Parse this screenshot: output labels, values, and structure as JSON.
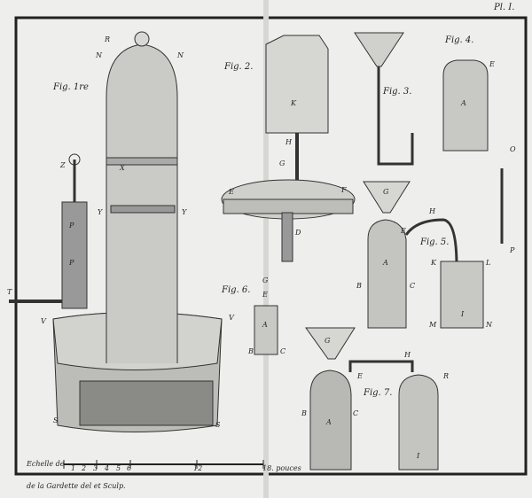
{
  "plate_number": "Pl. I.",
  "figures": {
    "fig1": "Fig. 1re",
    "fig2": "Fig. 2.",
    "fig3": "Fig. 3.",
    "fig4": "Fig. 4.",
    "fig5": "Fig. 5.",
    "fig6": "Fig. 6.",
    "fig7": "Fig. 7."
  },
  "scale": {
    "label": "Echelle de",
    "ticks": [
      "1",
      "2",
      "3",
      "4",
      "5",
      "6",
      "12"
    ],
    "end_label": "18. pouces"
  },
  "credit": "de la Gardette del et Sculp.",
  "letters": {
    "fig1": [
      "R",
      "N",
      "N",
      "Z",
      "P",
      "P",
      "T",
      "V",
      "V",
      "X",
      "Y",
      "Y",
      "S",
      "S"
    ],
    "fig2": [
      "K",
      "H",
      "G",
      "E",
      "F",
      "D"
    ],
    "fig4": [
      "E",
      "A"
    ],
    "fig5": [
      "G",
      "H",
      "E",
      "B",
      "A",
      "C",
      "K",
      "L",
      "M",
      "N",
      "O",
      "P",
      "I"
    ],
    "fig6": [
      "G",
      "E",
      "A",
      "B",
      "C"
    ],
    "fig7": [
      "G",
      "H",
      "E",
      "R",
      "B",
      "A",
      "C",
      "I"
    ]
  }
}
